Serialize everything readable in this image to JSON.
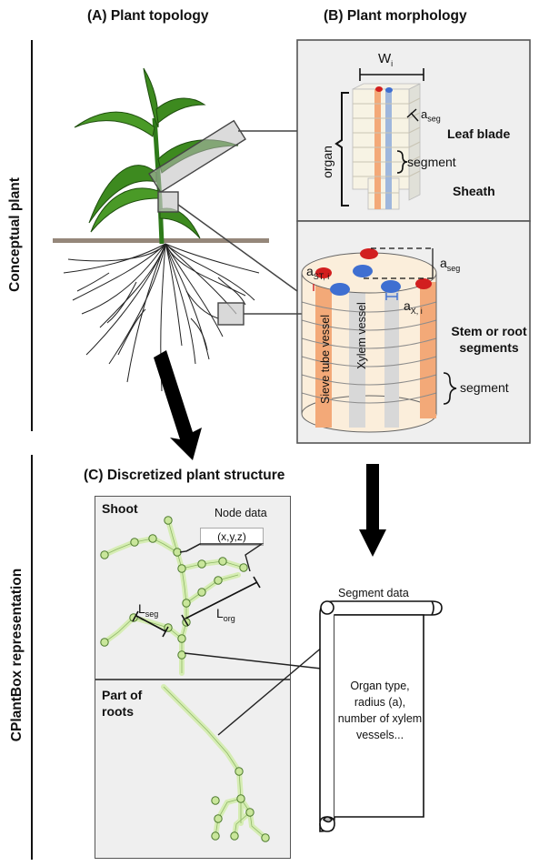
{
  "side_labels": {
    "top": "Conceptual plant",
    "bottom": "CPlantBox representation"
  },
  "panel_titles": {
    "a": "(A) Plant topology",
    "b": "(B) Plant morphology",
    "c": "(C) Discretized plant structure"
  },
  "leaf_panel": {
    "width_label": "W",
    "width_sub": "i",
    "aseg_label": "a",
    "aseg_sub": "seg",
    "organ_label": "organ",
    "segment_label": "segment",
    "leaf_blade_label": "Leaf blade",
    "sheath_label": "Sheath"
  },
  "stem_panel": {
    "aseg_label": "a",
    "aseg_sub": "seg",
    "ast_label": "a",
    "ast_sub": "ST, i",
    "ax_label": "a",
    "ax_sub": "X, i",
    "sieve_label": "Sieve tube vessel",
    "xylem_label": "Xylem vessel",
    "title_line1": "Stem or root",
    "title_line2": "segments",
    "segment_label": "segment"
  },
  "shoot_panel": {
    "title": "Shoot",
    "node_data_label": "Node data",
    "node_coord": "(x,y,z)",
    "lseg_label": "L",
    "lseg_sub": "seg",
    "lorg_label": "L",
    "lorg_sub": "org"
  },
  "roots_panel": {
    "title_line1": "Part of",
    "title_line2": "roots"
  },
  "segment_data": {
    "title": "Segment data",
    "line1": "Organ type,",
    "line2": "radius (a),",
    "line3": "number of xylem",
    "line4": "vessels..."
  },
  "colors": {
    "panel_bg": "#efefef",
    "leaf_green": "#3d8a1f",
    "segment_green": "#d6edb4",
    "node_green": "#c9e69b",
    "sieve_orange": "#f3a978",
    "xylem_blue": "#6f95d9",
    "cap_red": "#d21f1f",
    "cylinder_cream": "#fbeedb"
  }
}
